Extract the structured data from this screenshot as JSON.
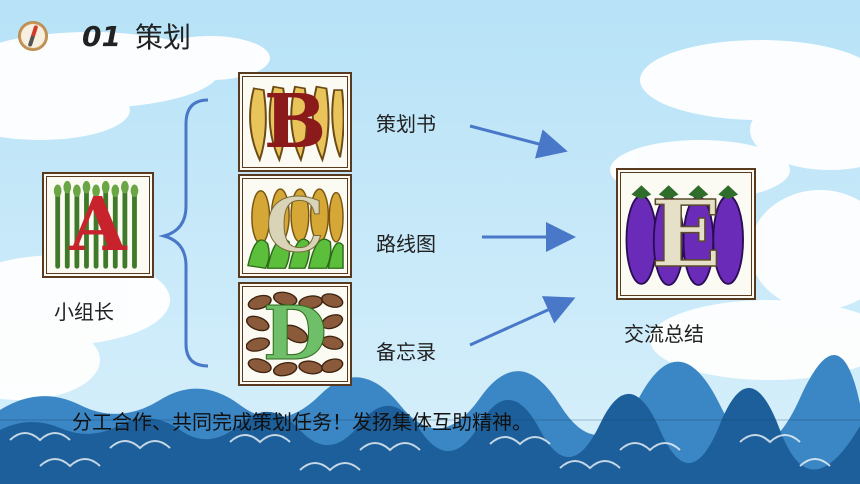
{
  "header": {
    "number": "01",
    "title": "策划"
  },
  "tiles": {
    "a": {
      "letter": "A",
      "color": "#c8232c"
    },
    "b": {
      "letter": "B",
      "color": "#8b1a1a"
    },
    "c": {
      "letter": "C",
      "color": "#d9d4b8"
    },
    "d": {
      "letter": "D",
      "color": "#6fbf6a"
    },
    "e": {
      "letter": "E",
      "color": "#e6e0c8"
    }
  },
  "labels": {
    "leader": "小组长",
    "plan": "策划书",
    "route": "路线图",
    "memo": "备忘录",
    "summary": "交流总结"
  },
  "footer": {
    "text": "分工合作、共同完成策划任务！发扬集体互助精神。"
  },
  "colors": {
    "arrow": "#4a78c8",
    "bracket": "#4a78c8",
    "sky": "#bfe6f8",
    "wave": "#1c5f9a"
  }
}
